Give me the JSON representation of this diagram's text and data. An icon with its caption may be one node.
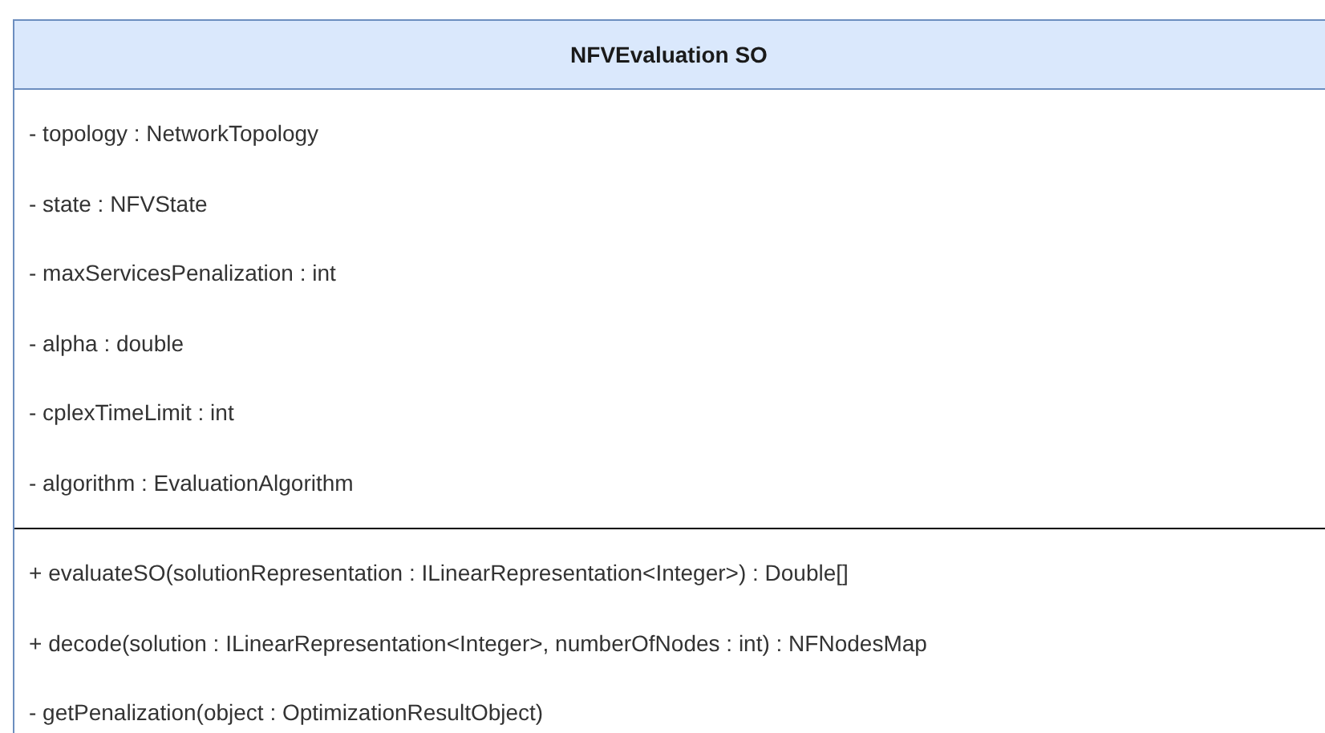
{
  "diagram": {
    "nodes": [
      {
        "text": [
          "NFVEvaluation SO"
        ]
      },
      {
        "text": [
          "- topology : NetworkTopology",
          "- state : NFVState",
          "- maxServicesPenalization : int",
          "- alpha : double",
          "- cplexTimeLimit : int",
          "- algorithm : EvaluationAlgorithm"
        ],
        "in": 0
      },
      {
        "text": [
          "+ evaluateSO(solutionRepresentation : ILinearRepresentation<Integer>) : Double[]",
          "+ decode(solution : ILinearRepresentation<Integer>, numberOfNodes : int) : NFNodesMap",
          "- getPenalization(object : OptimizationResultObject)"
        ],
        "in": 0
      }
    ]
  }
}
